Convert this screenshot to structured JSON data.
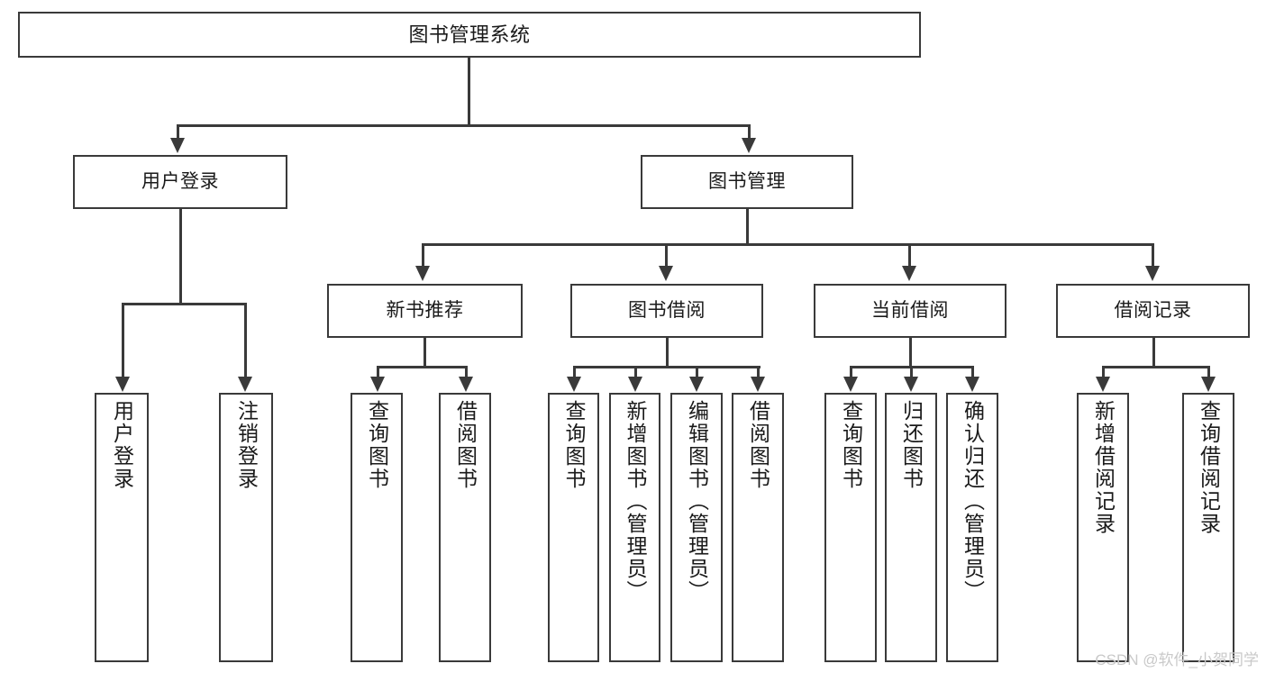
{
  "diagram": {
    "title": "图书管理系统",
    "watermark": "CSDN @软件_小贺同学",
    "root": {
      "label": "图书管理系统"
    },
    "level2": [
      {
        "label": "用户登录"
      },
      {
        "label": "图书管理"
      }
    ],
    "level3": [
      {
        "label": "新书推荐"
      },
      {
        "label": "图书借阅"
      },
      {
        "label": "当前借阅"
      },
      {
        "label": "借阅记录"
      }
    ],
    "leaves": {
      "user_login": [
        {
          "label": "用户登录"
        },
        {
          "label": "注销登录"
        }
      ],
      "new_book": [
        {
          "label": "查询图书"
        },
        {
          "label": "借阅图书"
        }
      ],
      "borrow_book": [
        {
          "label": "查询图书"
        },
        {
          "label": "新增图书（管理员）"
        },
        {
          "label": "编辑图书（管理员）"
        },
        {
          "label": "借阅图书"
        }
      ],
      "current_borrow": [
        {
          "label": "查询图书"
        },
        {
          "label": "归还图书"
        },
        {
          "label": "确认归还（管理员）"
        }
      ],
      "borrow_record": [
        {
          "label": "新增借阅记录"
        },
        {
          "label": "查询借阅记录"
        }
      ]
    },
    "colors": {
      "stroke": "#3a3a3a",
      "background": "#ffffff",
      "text": "#1a1a1a",
      "watermark": "#c9c9c9"
    }
  }
}
